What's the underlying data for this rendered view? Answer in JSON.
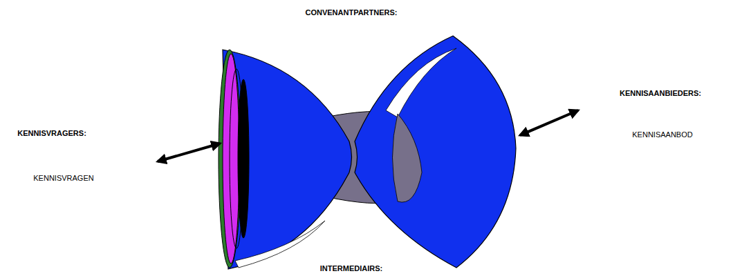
{
  "diagram": {
    "labels": [
      "CONVENANTPARTNERS:",
      "KENNISVRAGERS:",
      "KENNISVRAGEN",
      "KENNISAANBIEDERS:",
      "KENNISAANBOD",
      "INTERMEDIAIRS:"
    ]
  }
}
